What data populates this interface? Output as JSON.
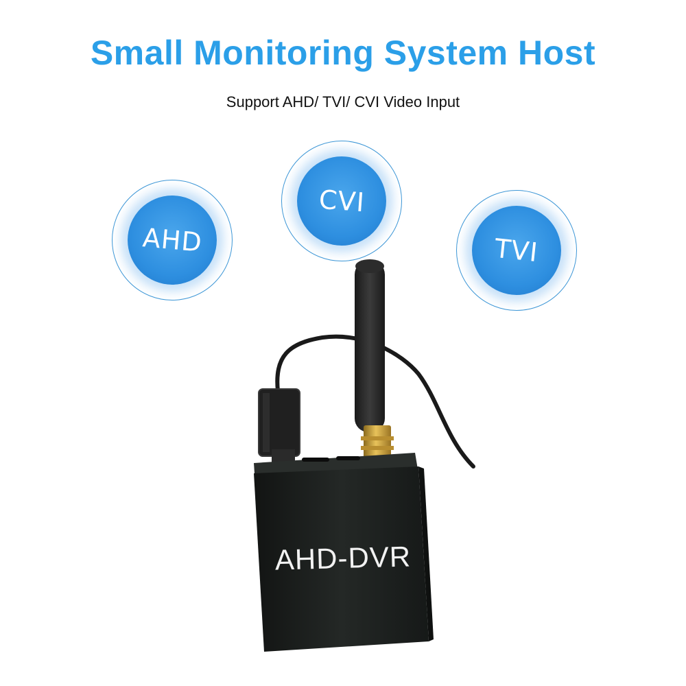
{
  "header": {
    "title": "Small Monitoring System Host",
    "subtitle": "Support AHD/ TVI/ CVI Video Input"
  },
  "badges": [
    {
      "label": "AHD",
      "icon": "badge-circle"
    },
    {
      "label": "CVI",
      "icon": "badge-circle"
    },
    {
      "label": "TVI",
      "icon": "badge-circle"
    }
  ],
  "device": {
    "label": "AHD-DVR"
  },
  "colors": {
    "title": "#2b9fe8",
    "badge_fill": "#2e8fe0",
    "badge_ring": "#3b95d6",
    "device_body": "#1c1f1d",
    "antenna_connector": "#c9a03a"
  }
}
